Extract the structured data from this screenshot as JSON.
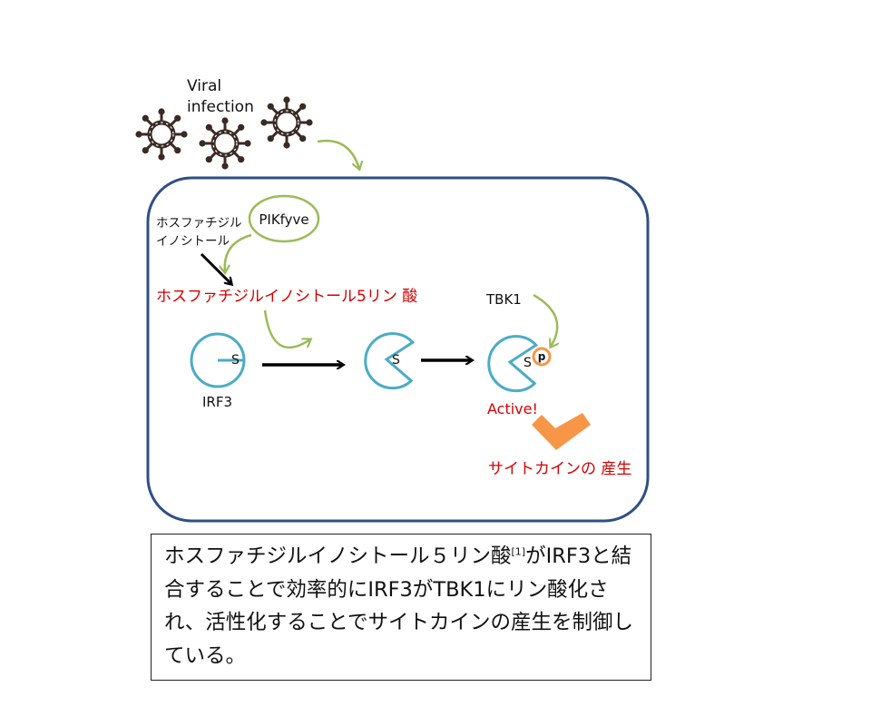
{
  "labels": {
    "viral_line1": "Viral",
    "viral_line2": "infection",
    "pi_line1": "ホスファチジル",
    "pi_line2": "イノシトール",
    "pikfyve": "PIKfyve",
    "pi5p": "ホスファチジルイノシトール5リン 酸",
    "tbk1": "TBK1",
    "irf3": "IRF3",
    "s_site": "S",
    "p_mark": "p",
    "active": "Active!",
    "cytokine": "サイトカインの 産生"
  },
  "caption": {
    "part1": "ホスファチジルイノシトール５リン酸",
    "ref": "[1]",
    "part2": "がIRF3と結合することで効率的にIRF3がTBK1にリン酸化され、活性化することでサイトカインの産生を制御している。"
  },
  "colors": {
    "cell_border": "#2f4f86",
    "irf3_stroke": "#4bacc6",
    "green_arrow": "#9bbb59",
    "red_text": "#d40000",
    "orange_check": "#f79646",
    "virus": "#3a2a24"
  },
  "icons": {
    "virus": "virus-icon",
    "checkmark": "checkmark-icon"
  }
}
